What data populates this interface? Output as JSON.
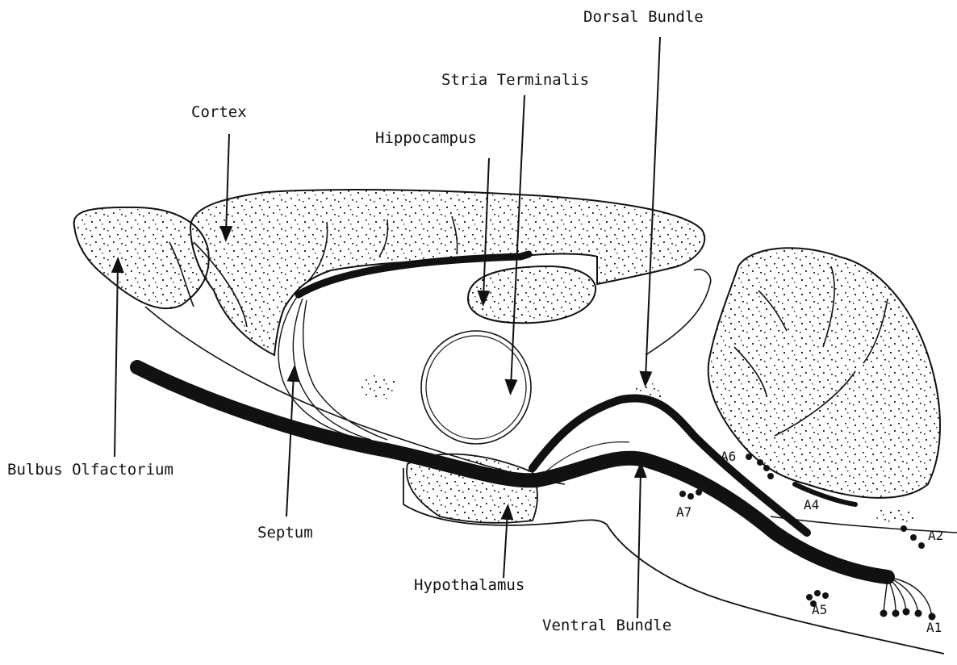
{
  "colors": {
    "ink": "#111111",
    "paper": "#ffffff"
  },
  "labels": {
    "dorsal_bundle": "Dorsal Bundle",
    "stria_terminalis": "Stria Terminalis",
    "cortex": "Cortex",
    "hippocampus": "Hippocampus",
    "bulbus_olfactorium": "Bulbus Olfactorium",
    "septum": "Septum",
    "hypothalamus": "Hypothalamus",
    "ventral_bundle": "Ventral Bundle",
    "a1": "A1",
    "a2": "A2",
    "a4": "A4",
    "a5": "A5",
    "a6": "A6",
    "a7": "A7"
  }
}
